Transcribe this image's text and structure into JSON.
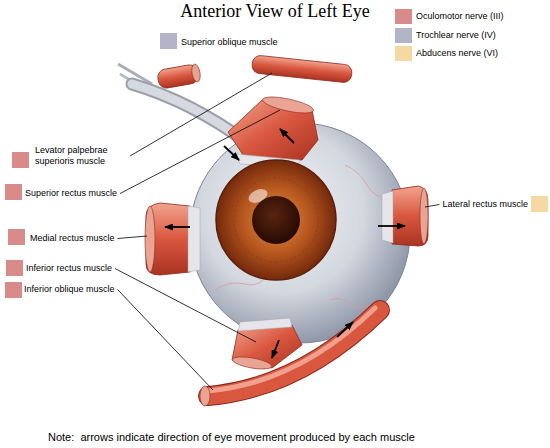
{
  "diagram": {
    "title": "Anterior View of Left Eye",
    "caption": "Note:  arrows indicate direction of eye movement produced by each muscle",
    "labels": [
      "Superior oblique muscle",
      "Levator palpebrae superioris muscle",
      "Superior rectus muscle",
      "Lateral rectus muscle",
      "Medial rectus muscle",
      "Inferior rectus muscle",
      "Inferior oblique muscle"
    ],
    "legend": [
      {
        "text": "Oculomotor nerve (III)",
        "color": "#d98b8a"
      },
      {
        "text": "Trochlear nerve (IV)",
        "color": "#b4b4c8"
      },
      {
        "text": "Abducens nerve (VI)",
        "color": "#f6d9a2"
      }
    ]
  }
}
